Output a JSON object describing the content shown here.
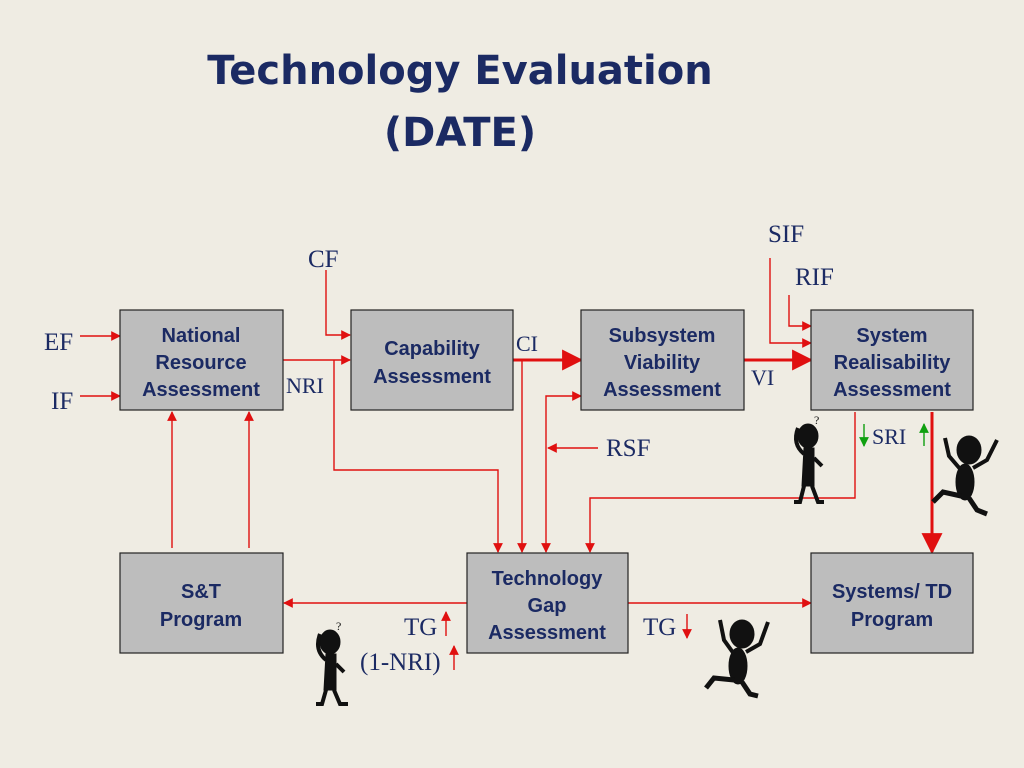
{
  "title": {
    "line1": "Technology Evaluation",
    "line2": "(DATE)"
  },
  "colors": {
    "title": "#1b2a63",
    "box_fill": "#bdbdbd",
    "arrow": "#e01010",
    "arrow_green": "#10a010",
    "background": "#efece3"
  },
  "boxes": {
    "nra": {
      "lines": [
        "National",
        "Resource",
        "Assessment"
      ]
    },
    "ca": {
      "lines": [
        "Capability",
        "Assessment"
      ]
    },
    "sva": {
      "lines": [
        "Subsystem",
        "Viability",
        "Assessment"
      ]
    },
    "sra": {
      "lines": [
        "System",
        "Realisability",
        "Assessment"
      ]
    },
    "st": {
      "lines": [
        "S&T",
        "Program"
      ]
    },
    "tga": {
      "lines": [
        "Technology",
        "Gap",
        "Assessment"
      ]
    },
    "std": {
      "lines": [
        "Systems/ TD",
        "Program"
      ]
    }
  },
  "labels": {
    "ef": "EF",
    "if": "IF",
    "cf": "CF",
    "nri": "NRI",
    "ci": "CI",
    "sif": "SIF",
    "rif": "RIF",
    "vi": "VI",
    "rsf": "RSF",
    "sri": "SRI",
    "tg_left": "TG",
    "one_minus_nri": "(1-NRI)",
    "tg_right": "TG"
  },
  "icons": [
    "confused-stick-figure-icon",
    "jumping-stick-figure-icon"
  ]
}
